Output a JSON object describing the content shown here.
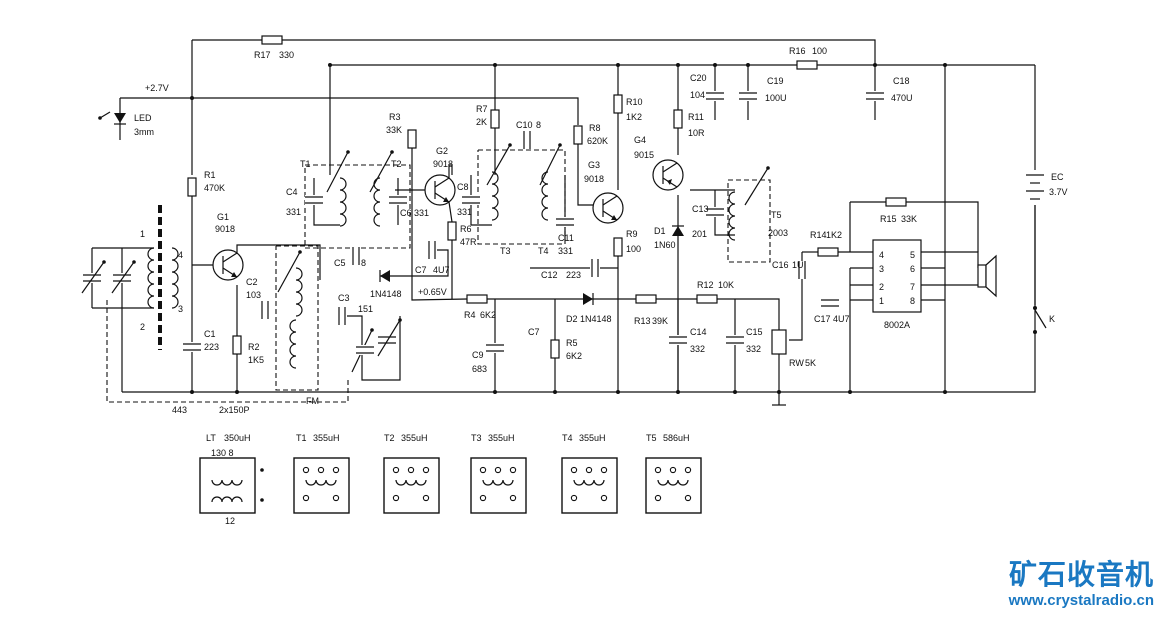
{
  "logo": {
    "title": "矿石收音机",
    "url": "www.crystalradio.cn"
  },
  "labels": {
    "v27": "+2.7V",
    "v065": "+0.65V",
    "led": "LED",
    "led_size": "3mm",
    "r17": "R17",
    "r17v": "330",
    "r16": "R16",
    "r16v": "100",
    "r1": "R1",
    "r1v": "470K",
    "r2": "R2",
    "r2v": "1K5",
    "r3": "R3",
    "r3v": "33K",
    "r4": "R4",
    "r4v": "6K2",
    "r5": "R5",
    "r5v": "6K2",
    "r6": "R6",
    "r6v": "47R",
    "r7": "R7",
    "r7v": "2K",
    "r8": "R8",
    "r8v": "620K",
    "r9": "R9",
    "r9v": "100",
    "r10": "R10",
    "r10v": "1K2",
    "r11": "R11",
    "r11v": "10R",
    "r12": "R12",
    "r12v": "10K",
    "r13": "R13",
    "r13v": "39K",
    "r14": "R14",
    "r14v": "1K2",
    "r15": "R15",
    "r15v": "33K",
    "rw": "RW",
    "rwv": "5K",
    "c1": "C1",
    "c1v": "223",
    "c2": "C2",
    "c2v": "103",
    "c3": "C3",
    "c3v": "151",
    "c4": "C4",
    "c4v": "331",
    "c5": "C5",
    "c5v": "8",
    "c6": "C6",
    "c6v": "331",
    "c7": "C7",
    "c7v": "4U7",
    "c7b": "C7",
    "c8": "C8",
    "c8v": "331",
    "c9": "C9",
    "c9v": "683",
    "c10": "C10",
    "c10v": "8",
    "c11": "C11",
    "c11v": "331",
    "c12": "C12",
    "c12v": "223",
    "c13": "C13",
    "c13v": "201",
    "c14": "C14",
    "c14v": "332",
    "c15": "C15",
    "c15v": "332",
    "c16": "C16",
    "c16v": "1U",
    "c17": "C17",
    "c17v": "4U7",
    "c18": "C18",
    "c18v": "470U",
    "c19": "C19",
    "c19v": "100U",
    "c20": "C20",
    "c20v": "104",
    "g1": "G1",
    "g1v": "9018",
    "g2": "G2",
    "g2v": "9018",
    "g3": "G3",
    "g3v": "9018",
    "g4": "G4",
    "g4v": "9015",
    "d1": "D1",
    "d1v": "1N60",
    "d2": "D2",
    "d2v": "1N4148",
    "dmix": "1N4148",
    "t1": "T1",
    "t2": "T2",
    "t3": "T3",
    "t4": "T4",
    "t5": "T5",
    "t5v": "2003",
    "ic": "8002A",
    "p4": "4",
    "p3": "3",
    "p2": "2",
    "p1": "1",
    "p5": "5",
    "p6": "6",
    "p7": "7",
    "p8": "8",
    "ec": "EC",
    "ecv": "3.7V",
    "k": "K",
    "fm": "FM",
    "n443": "443",
    "vc": "2x150P",
    "ant1": "1",
    "ant2": "2",
    "ant3": "3",
    "ant4": "4"
  },
  "coils": [
    {
      "name": "LT",
      "value": "350uH",
      "extra_top": "130  8",
      "extra_bottom": "12"
    },
    {
      "name": "T1",
      "value": "355uH"
    },
    {
      "name": "T2",
      "value": "355uH"
    },
    {
      "name": "T3",
      "value": "355uH"
    },
    {
      "name": "T4",
      "value": "355uH"
    },
    {
      "name": "T5",
      "value": "586uH"
    }
  ]
}
